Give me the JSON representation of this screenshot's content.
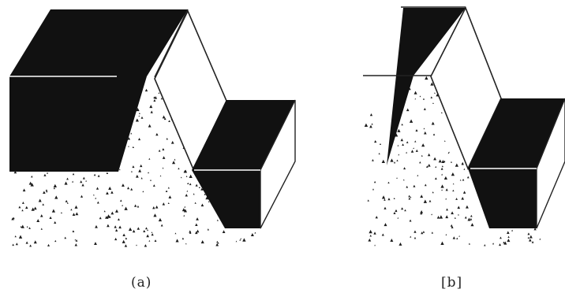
{
  "figure": {
    "panels": [
      {
        "id": "a",
        "label": "(a)"
      },
      {
        "id": "b",
        "label": "[b]"
      }
    ],
    "colors": {
      "fill": "#111111",
      "outline": "#222222",
      "background": "#ffffff",
      "speckle": "#1a1a1a"
    }
  }
}
